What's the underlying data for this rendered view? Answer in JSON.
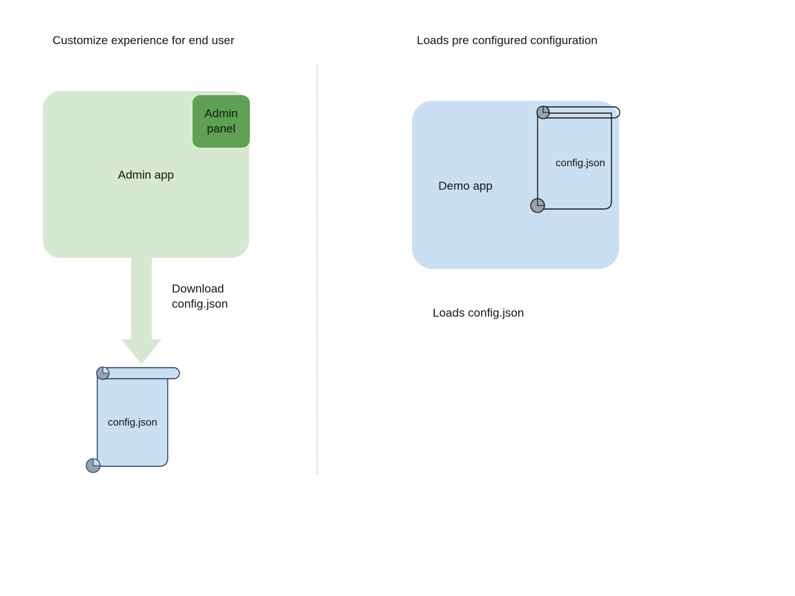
{
  "diagram": {
    "columns": [
      {
        "title": "Customize experience for end user",
        "app": {
          "name": "Admin app",
          "color": "#d7e8d0"
        },
        "panel": {
          "label": "Admin\npanel",
          "color": "#5fa052"
        },
        "arrow": {
          "label": "Download\nconfig.json",
          "color": "#d7e8d0"
        },
        "document": {
          "label": "config.json",
          "fill": "#cadff2",
          "stroke": "#0f2d52"
        }
      },
      {
        "title": "Loads pre configured configuration",
        "app": {
          "name": "Demo app",
          "color": "#cadff2"
        },
        "document": {
          "label": "config.json",
          "fill": "transparent",
          "stroke": "#111111"
        },
        "caption": "Loads config.json"
      }
    ],
    "divider": {
      "style": "dotted",
      "color": "#9a9a9a"
    },
    "scroll_curl_color": "#9aa3ad"
  }
}
